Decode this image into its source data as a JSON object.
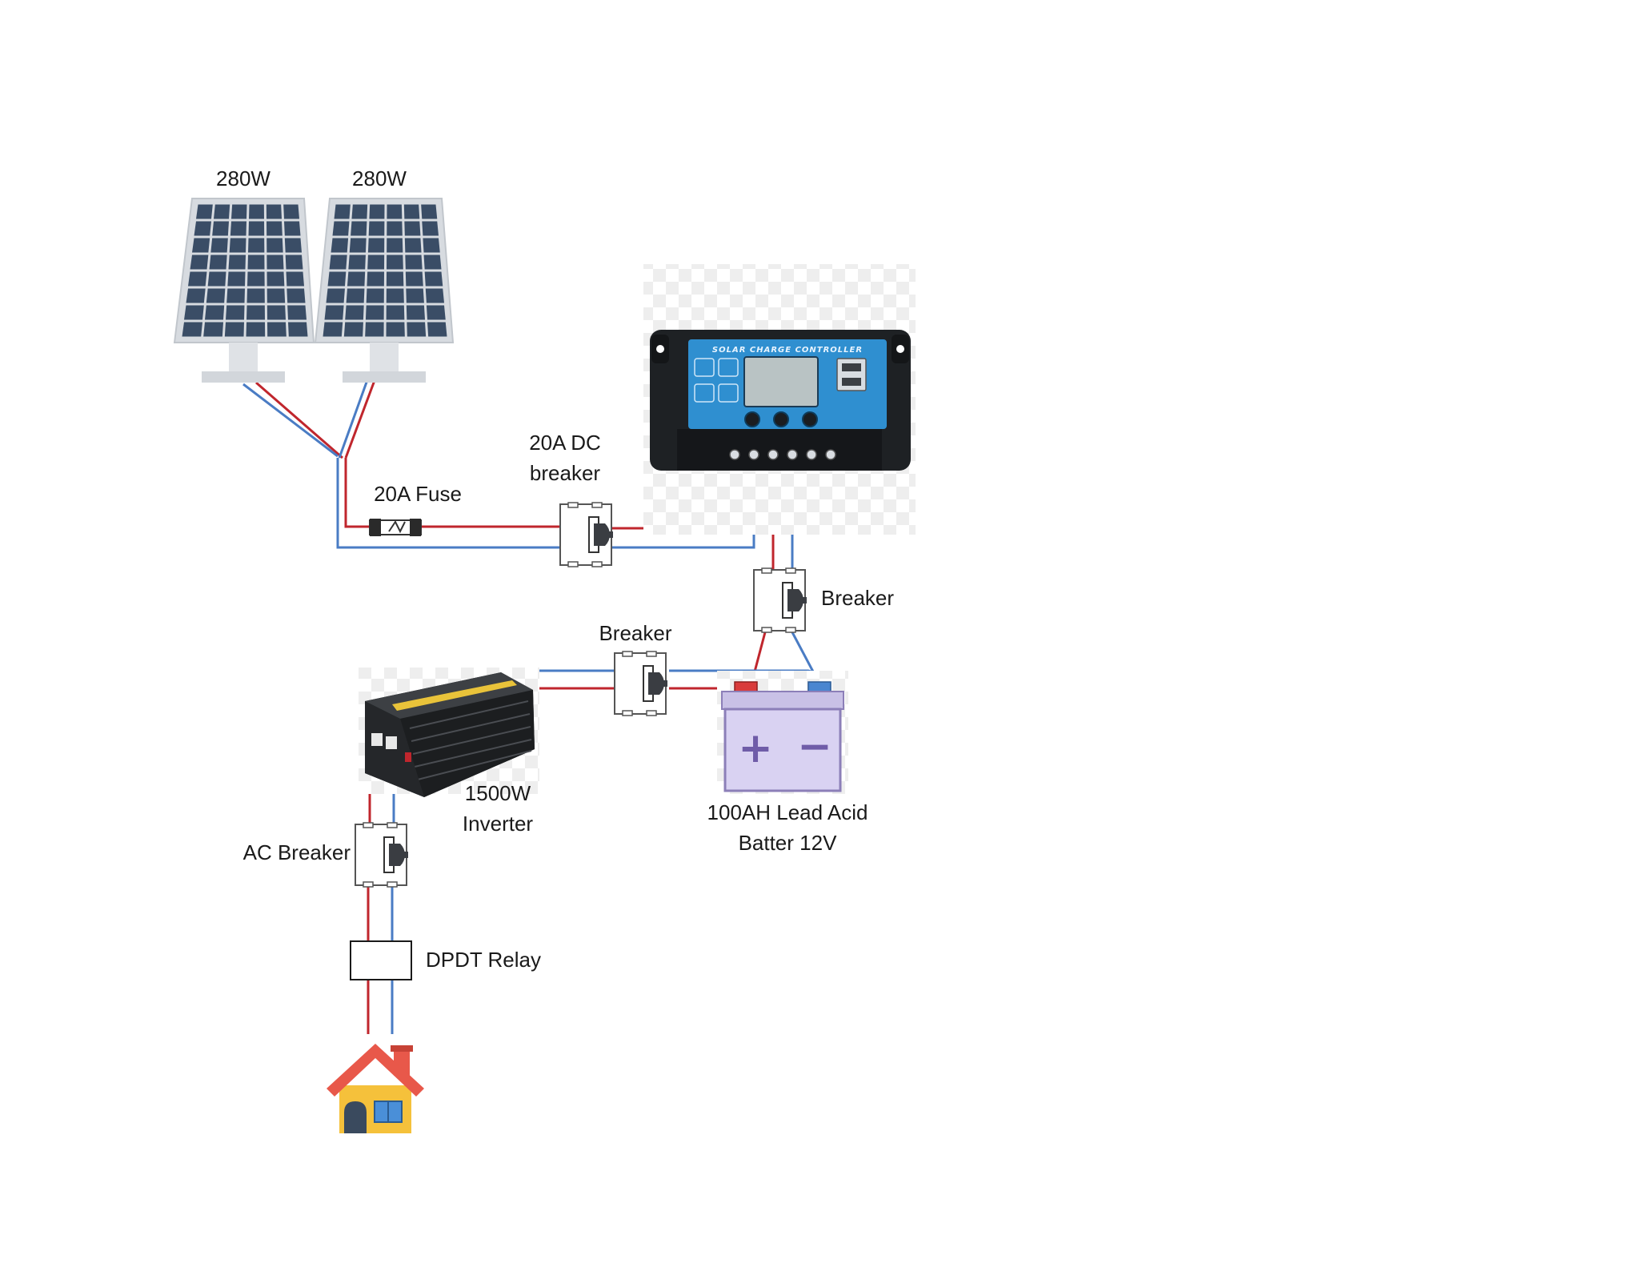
{
  "colors": {
    "positive_wire": "#c0262d",
    "negative_wire": "#4a7cc4",
    "panel_cell": "#3a4d66",
    "panel_frame": "#d7dbe0",
    "controller_body": "#1e2124",
    "controller_face": "#2f8fd0",
    "battery_body": "#d9d2f2",
    "battery_outline": "#8c7fb8",
    "house_roof": "#e8584a",
    "house_wall": "#f5c13b"
  },
  "panels": {
    "left_label": "280W",
    "right_label": "280W"
  },
  "fuse": {
    "label": "20A Fuse"
  },
  "dc_breaker": {
    "label_line1": "20A DC",
    "label_line2": "breaker"
  },
  "controller": {
    "title": "SOLAR CHARGE CONTROLLER"
  },
  "battery_breaker": {
    "label": "Breaker"
  },
  "inverter_breaker": {
    "label": "Breaker"
  },
  "battery": {
    "label_line1": "100AH Lead Acid",
    "label_line2": "Batter 12V",
    "plus_symbol": "+",
    "minus_symbol": "−"
  },
  "inverter": {
    "label_line1": "1500W",
    "label_line2": "Inverter"
  },
  "ac_breaker": {
    "label": "AC Breaker"
  },
  "relay": {
    "label": "DPDT Relay"
  },
  "icons": {
    "solar_panel": "solar-panel-icon",
    "fuse": "fuse-icon",
    "breaker": "circuit-breaker-icon",
    "controller": "charge-controller-icon",
    "battery": "battery-icon",
    "inverter": "inverter-icon",
    "relay": "relay-icon",
    "house": "house-icon"
  }
}
